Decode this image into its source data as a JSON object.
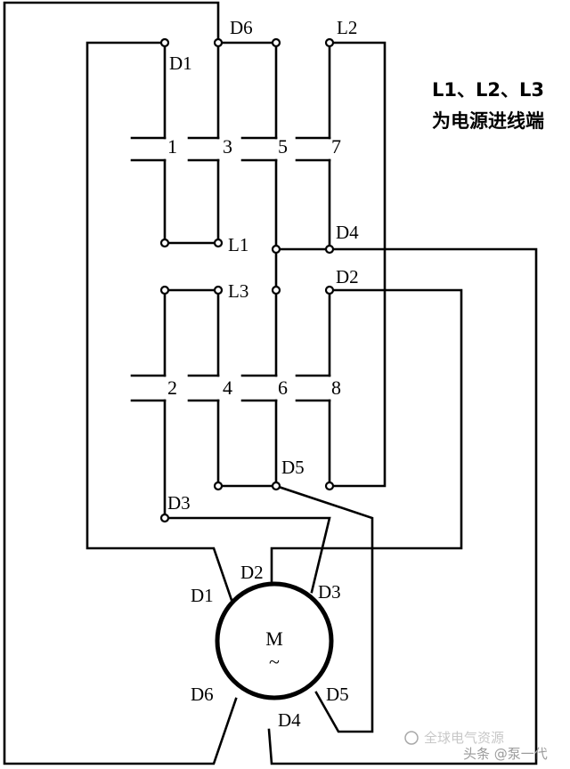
{
  "contacts": [
    "1",
    "2",
    "3",
    "4",
    "5",
    "6",
    "7",
    "8"
  ],
  "terminals": {
    "D1": "D1",
    "D2": "D2",
    "D3": "D3",
    "D4": "D4",
    "D5": "D5",
    "D6": "D6",
    "L1": "L1",
    "L2": "L2",
    "L3": "L3"
  },
  "motor": {
    "symbol": "M",
    "ac": "~"
  },
  "note": {
    "line1": "L1、L2、L3",
    "line2": "为电源进线端"
  },
  "watermark": "头条 @泵一代",
  "watermark_overlay": "全球电气资源"
}
